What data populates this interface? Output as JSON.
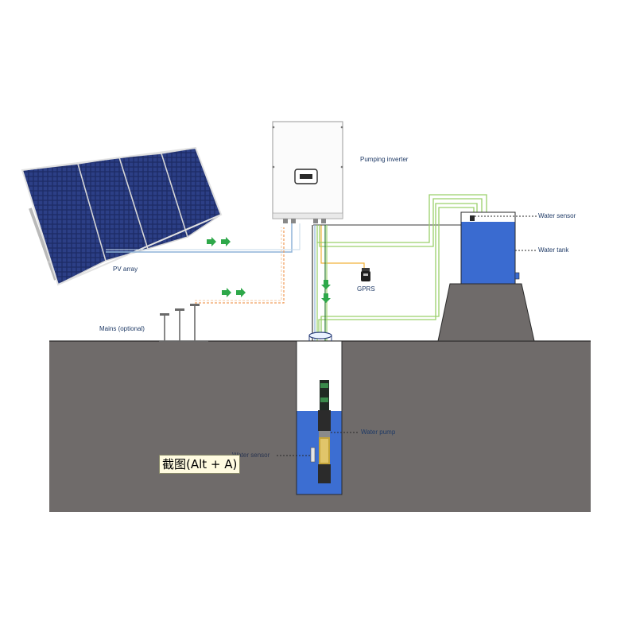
{
  "labels": {
    "pumping_inverter": "Pumping inverter",
    "pv_array": "PV array",
    "gprs": "GPRS",
    "water_sensor_tank": "Water sensor",
    "water_tank": "Water tank",
    "mains": "Mains (optional)",
    "water_pump": "Water pump",
    "water_sensor_well": "Water sensor"
  },
  "tooltip": {
    "text": "截图(Alt + A)"
  },
  "colors": {
    "ground": "#6f6b6a",
    "water": "#3c6ed2",
    "tank": "#3a6bd0",
    "green_arrow": "#2ea84a",
    "dc_line": "#8fb4d8",
    "ac_line": "#f0a060",
    "signal_line": "#f2b23a",
    "sensor_cable": "#9ad06a",
    "label_text": "#1f3a66"
  }
}
